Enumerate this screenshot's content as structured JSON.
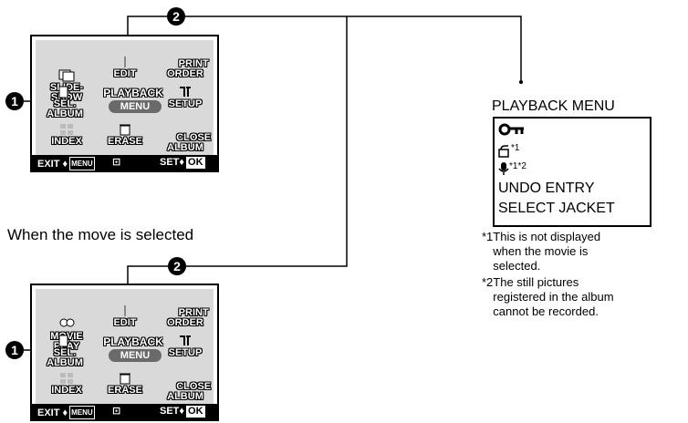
{
  "callouts": {
    "one": "1",
    "two": "2"
  },
  "screens": [
    {
      "first_item": "SLIDE-\nSHOW",
      "edit": "EDIT",
      "print_order": "PRINT\nORDER",
      "sel_album": "SEL. ALBUM",
      "playback": "PLAYBACK",
      "menu": "MENU",
      "setup": "SETUP",
      "index": "INDEX",
      "erase": "ERASE",
      "close_album": "CLOSE\nALBUM",
      "exit": "EXIT",
      "exit_tag": "MENU",
      "set": "SET",
      "ok": "OK"
    },
    {
      "first_item": "MOVIE\nPLAY",
      "edit": "EDIT",
      "print_order": "PRINT\nORDER",
      "sel_album": "SEL. ALBUM",
      "playback": "PLAYBACK",
      "menu": "MENU",
      "setup": "SETUP",
      "index": "INDEX",
      "erase": "ERASE",
      "close_album": "CLOSE\nALBUM",
      "exit": "EXIT",
      "exit_tag": "MENU",
      "set": "SET",
      "ok": "OK"
    }
  ],
  "caption": "When the move is selected",
  "playback_menu": {
    "title": "PLAYBACK MENU",
    "sup1": "*1",
    "sup12": "*1*2",
    "undo": "UNDO ENTRY",
    "jacket": "SELECT JACKET"
  },
  "notes": {
    "n1_mark": "*1",
    "n1": "This is not displayed\nwhen the movie is\nselected.",
    "n2_mark": "*2",
    "n2": "The still pictures\nregistered in the album\ncannot be recorded."
  }
}
